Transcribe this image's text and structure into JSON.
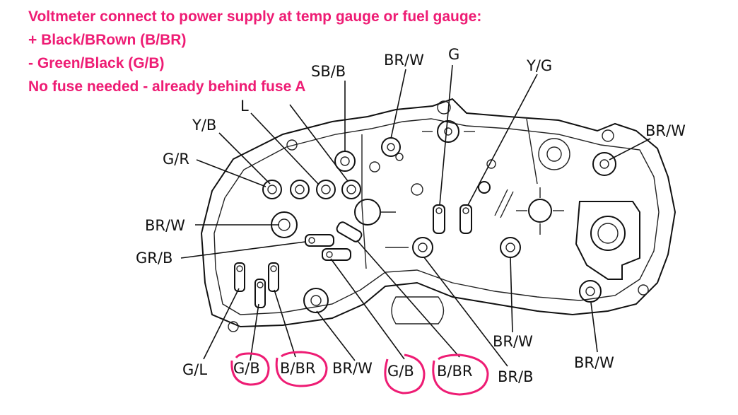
{
  "annotation": {
    "lines": [
      "Voltmeter connect to power supply at temp gauge or fuel gauge:",
      "+ Black/BRown (B/BR)",
      "-  Green/Black (G/B)",
      "No fuse needed - already behind fuse A"
    ],
    "color": "#ee1c74"
  },
  "labels": {
    "sb_b": "SB/B",
    "br_w_top": "BR/W",
    "g_top": "G",
    "y_g": "Y/G",
    "br_w_right": "BR/W",
    "y_b": "Y/B",
    "l": "L",
    "g_r": "G/R",
    "br_w_left": "BR/W",
    "gr_b": "GR/B",
    "g_l": "G/L",
    "g_b_1": "G/B",
    "b_br_1": "B/BR",
    "br_w_bottom": "BR/W",
    "g_b_2": "G/B",
    "b_br_2": "B/BR",
    "br_b": "BR/B",
    "br_w_lower_mid": "BR/W",
    "br_w_lower_right": "BR/W"
  },
  "colors": {
    "highlight": "#ee1c74",
    "ink": "#111111"
  }
}
